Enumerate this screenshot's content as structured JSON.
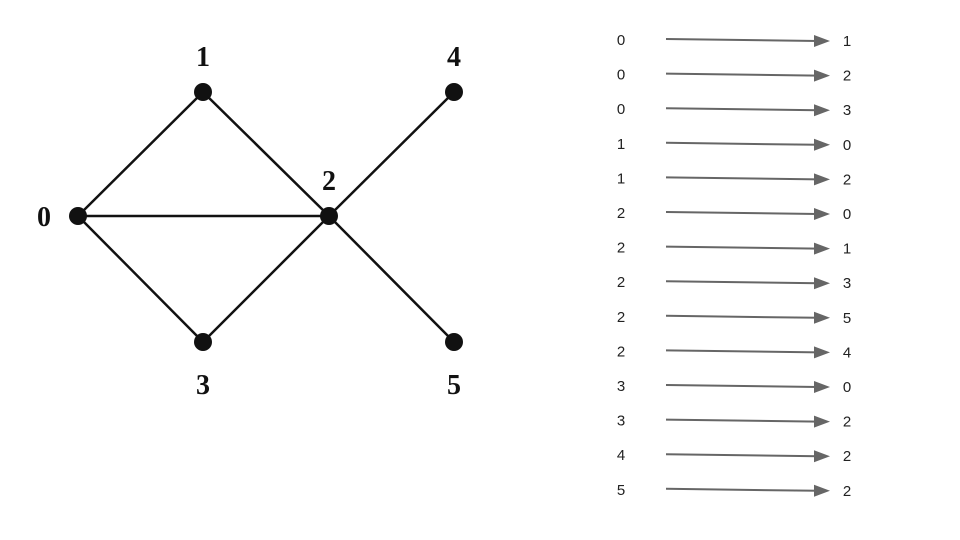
{
  "graph": {
    "nodes": [
      {
        "id": "0",
        "label": "0"
      },
      {
        "id": "1",
        "label": "1"
      },
      {
        "id": "2",
        "label": "2"
      },
      {
        "id": "3",
        "label": "3"
      },
      {
        "id": "4",
        "label": "4"
      },
      {
        "id": "5",
        "label": "5"
      }
    ],
    "edges": [
      [
        "0",
        "1"
      ],
      [
        "0",
        "2"
      ],
      [
        "0",
        "3"
      ],
      [
        "1",
        "2"
      ],
      [
        "2",
        "3"
      ],
      [
        "2",
        "4"
      ],
      [
        "2",
        "5"
      ]
    ]
  },
  "adjacency_list": [
    {
      "from": "0",
      "to": "1"
    },
    {
      "from": "0",
      "to": "2"
    },
    {
      "from": "0",
      "to": "3"
    },
    {
      "from": "1",
      "to": "0"
    },
    {
      "from": "1",
      "to": "2"
    },
    {
      "from": "2",
      "to": "0"
    },
    {
      "from": "2",
      "to": "1"
    },
    {
      "from": "2",
      "to": "3"
    },
    {
      "from": "2",
      "to": "5"
    },
    {
      "from": "2",
      "to": "4"
    },
    {
      "from": "3",
      "to": "0"
    },
    {
      "from": "3",
      "to": "2"
    },
    {
      "from": "4",
      "to": "2"
    },
    {
      "from": "5",
      "to": "2"
    }
  ],
  "colors": {
    "node": "#111111",
    "edge": "#111111",
    "arrow": "#666666",
    "text": "#222222"
  }
}
